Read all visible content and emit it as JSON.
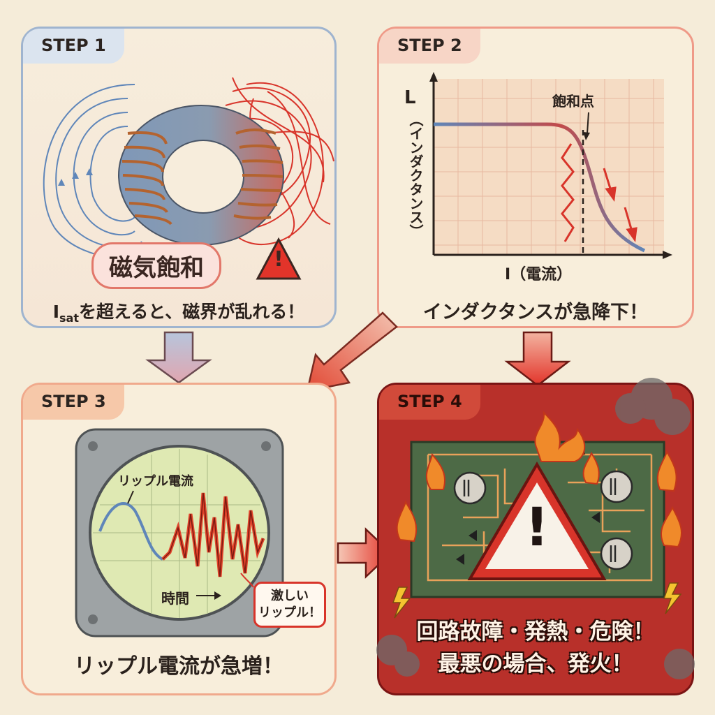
{
  "step1": {
    "label": "STEP 1",
    "title": "磁気飽和",
    "warning_glyph": "!",
    "caption_sub": "sat",
    "caption_rest": "を超えると、磁界が乱れる！",
    "caption_prefix": "I"
  },
  "step2": {
    "label": "STEP 2",
    "y_axis_letter": "L",
    "y_axis_text": "（インダクタンス）",
    "x_axis_label": "I（電流）",
    "annotation": "飽和点",
    "caption": "インダクタンスが急降下！"
  },
  "step3": {
    "label": "STEP 3",
    "wave_label": "リップル電流",
    "time_label": "時間",
    "callout_line1": "激しい",
    "callout_line2": "リップル！",
    "caption": "リップル電流が急増！"
  },
  "step4": {
    "label": "STEP 4",
    "warning_glyph": "!",
    "caption_line1": "回路故障・発熱・危険！",
    "caption_line2": "最悪の場合、発火！"
  },
  "colors": {
    "blue_field": "#5f86b9",
    "red_field": "#d8342a",
    "danger": "#b8302a",
    "scope_screen": "#dfe9b3",
    "pcb": "#4d6a46"
  },
  "icons": [
    "warning-triangle-icon",
    "down-arrow-icon",
    "diagonal-arrow-icon",
    "right-arrow-icon",
    "fire-icon",
    "lightning-icon",
    "mosfet-icon",
    "diode-icon",
    "inductor-icon",
    "screw-icon"
  ]
}
